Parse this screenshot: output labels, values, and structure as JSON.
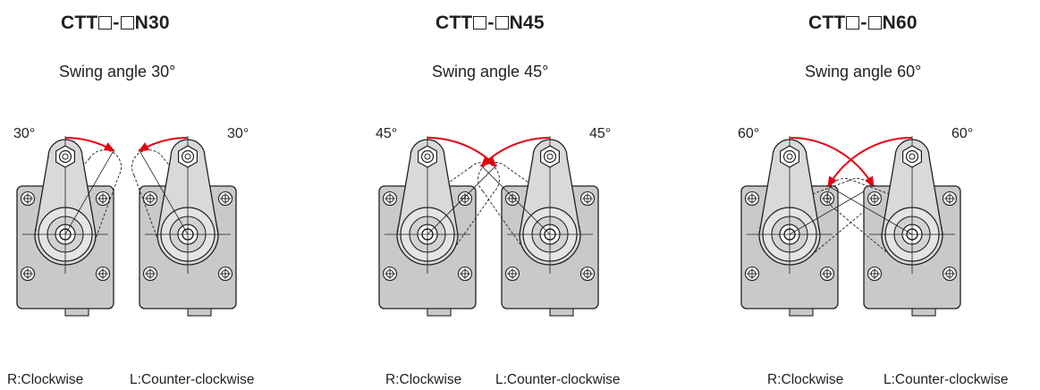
{
  "sections": [
    {
      "model_prefix": "CTT",
      "model_dash": "-",
      "model_suffix": "N30",
      "subtitle": "Swing angle 30°",
      "angle": 30,
      "angle_label": "30°",
      "right_label": "R:Clockwise",
      "left_label": "L:Counter-clockwise"
    },
    {
      "model_prefix": "CTT",
      "model_dash": "-",
      "model_suffix": "N45",
      "subtitle": "Swing angle 45°",
      "angle": 45,
      "angle_label": "45°",
      "right_label": "R:Clockwise",
      "left_label": "L:Counter-clockwise"
    },
    {
      "model_prefix": "CTT",
      "model_dash": "-",
      "model_suffix": "N60",
      "subtitle": "Swing angle 60°",
      "angle": 60,
      "angle_label": "60°",
      "right_label": "R:Clockwise",
      "left_label": "L:Counter-clockwise"
    }
  ],
  "colors": {
    "arrow": "#e60012",
    "body_fill": "#c9c9cb",
    "arm_fill": "#d9d9da",
    "line": "#231f20"
  }
}
